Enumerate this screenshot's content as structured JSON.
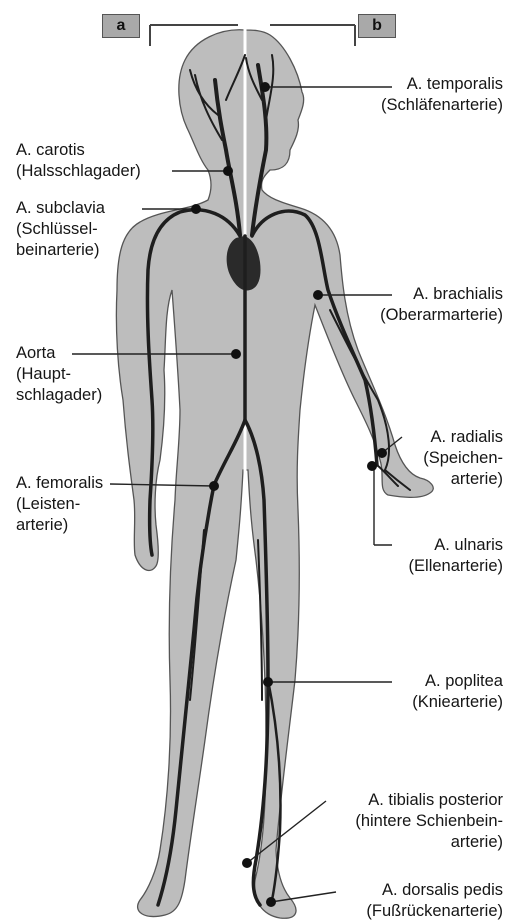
{
  "panel_labels": {
    "left": "a",
    "right": "b"
  },
  "colors": {
    "body": "#bdbdbd",
    "outline": "#555555",
    "artery": "#1e1e1e",
    "divider": "#ffffff"
  },
  "labels": {
    "temporalis": [
      "A. temporalis",
      "(Schläfenarterie)"
    ],
    "carotis": [
      "A. carotis",
      "(Halsschlagader)"
    ],
    "subclavia": [
      "A. subclavia",
      "(Schlüssel-",
      "beinarterie)"
    ],
    "brachialis": [
      "A. brachialis",
      "(Oberarmarterie)"
    ],
    "aorta": [
      "Aorta",
      "(Haupt-",
      "schlagader)"
    ],
    "radialis": [
      "A. radialis",
      "(Speichen-",
      "arterie)"
    ],
    "femoralis": [
      "A. femoralis",
      "(Leisten-",
      "arterie)"
    ],
    "ulnaris": [
      "A. ulnaris",
      "(Ellenarterie)"
    ],
    "poplitea": [
      "A. poplitea",
      "(Kniearterie)"
    ],
    "tibialis": [
      "A. tibialis posterior",
      "(hintere Schienbein-",
      "arterie)"
    ],
    "dorsalis": [
      "A. dorsalis pedis",
      "(Fußrückenarterie)"
    ]
  }
}
